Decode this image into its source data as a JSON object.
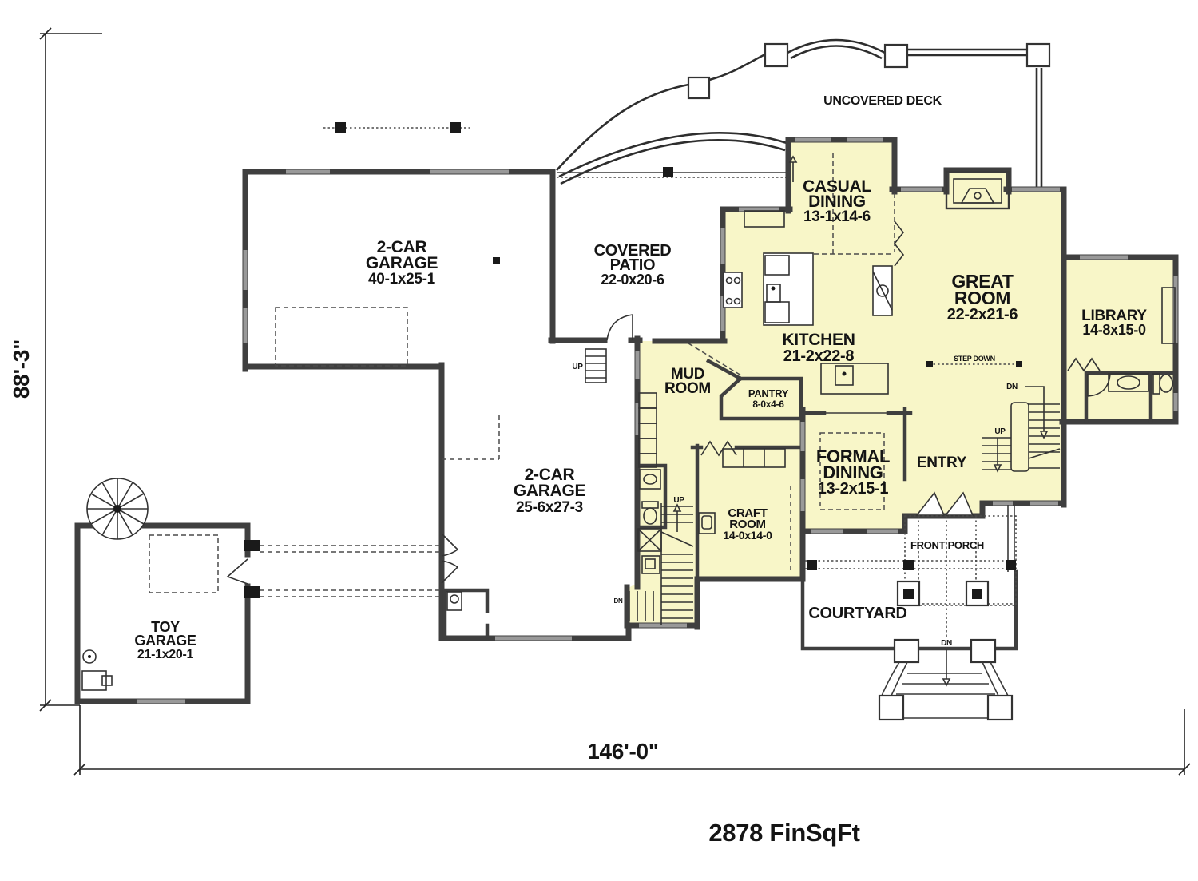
{
  "plan": {
    "sqft_label": "2878 FinSqFt",
    "width_label": "146'-0\"",
    "height_label": "88'-3\""
  },
  "rooms": {
    "uncovered_deck": {
      "name": "UNCOVERED DECK"
    },
    "casual_dining": {
      "name_l1": "CASUAL",
      "name_l2": "DINING",
      "dims": "13-1x14-6"
    },
    "great_room": {
      "name_l1": "GREAT",
      "name_l2": "ROOM",
      "dims": "22-2x21-6"
    },
    "library": {
      "name": "LIBRARY",
      "dims": "14-8x15-0"
    },
    "kitchen": {
      "name": "KITCHEN",
      "dims": "21-2x22-8"
    },
    "garage_top": {
      "name_l1": "2-CAR",
      "name_l2": "GARAGE",
      "dims": "40-1x25-1"
    },
    "covered_patio": {
      "name_l1": "COVERED",
      "name_l2": "PATIO",
      "dims": "22-0x20-6"
    },
    "mud_room": {
      "name_l1": "MUD",
      "name_l2": "ROOM"
    },
    "pantry": {
      "name": "PANTRY",
      "dims": "8-0x4-6"
    },
    "formal_dining": {
      "name_l1": "FORMAL",
      "name_l2": "DINING",
      "dims": "13-2x15-1"
    },
    "entry": {
      "name": "ENTRY"
    },
    "craft_room": {
      "name_l1": "CRAFT",
      "name_l2": "ROOM",
      "dims": "14-0x14-0"
    },
    "garage_side": {
      "name_l1": "2-CAR",
      "name_l2": "GARAGE",
      "dims": "25-6x27-3"
    },
    "toy_garage": {
      "name_l1": "TOY",
      "name_l2": "GARAGE",
      "dims": "21-1x20-1"
    },
    "front_porch": {
      "name": "FRONT PORCH"
    },
    "courtyard": {
      "name": "COURTYARD"
    }
  },
  "annotations": {
    "step_down": "STEP DOWN",
    "up": "UP",
    "dn": "DN"
  },
  "colors": {
    "room_fill": "#f8f6c8",
    "wall": "#3f3f3f",
    "window": "#999999",
    "background": "#ffffff"
  }
}
